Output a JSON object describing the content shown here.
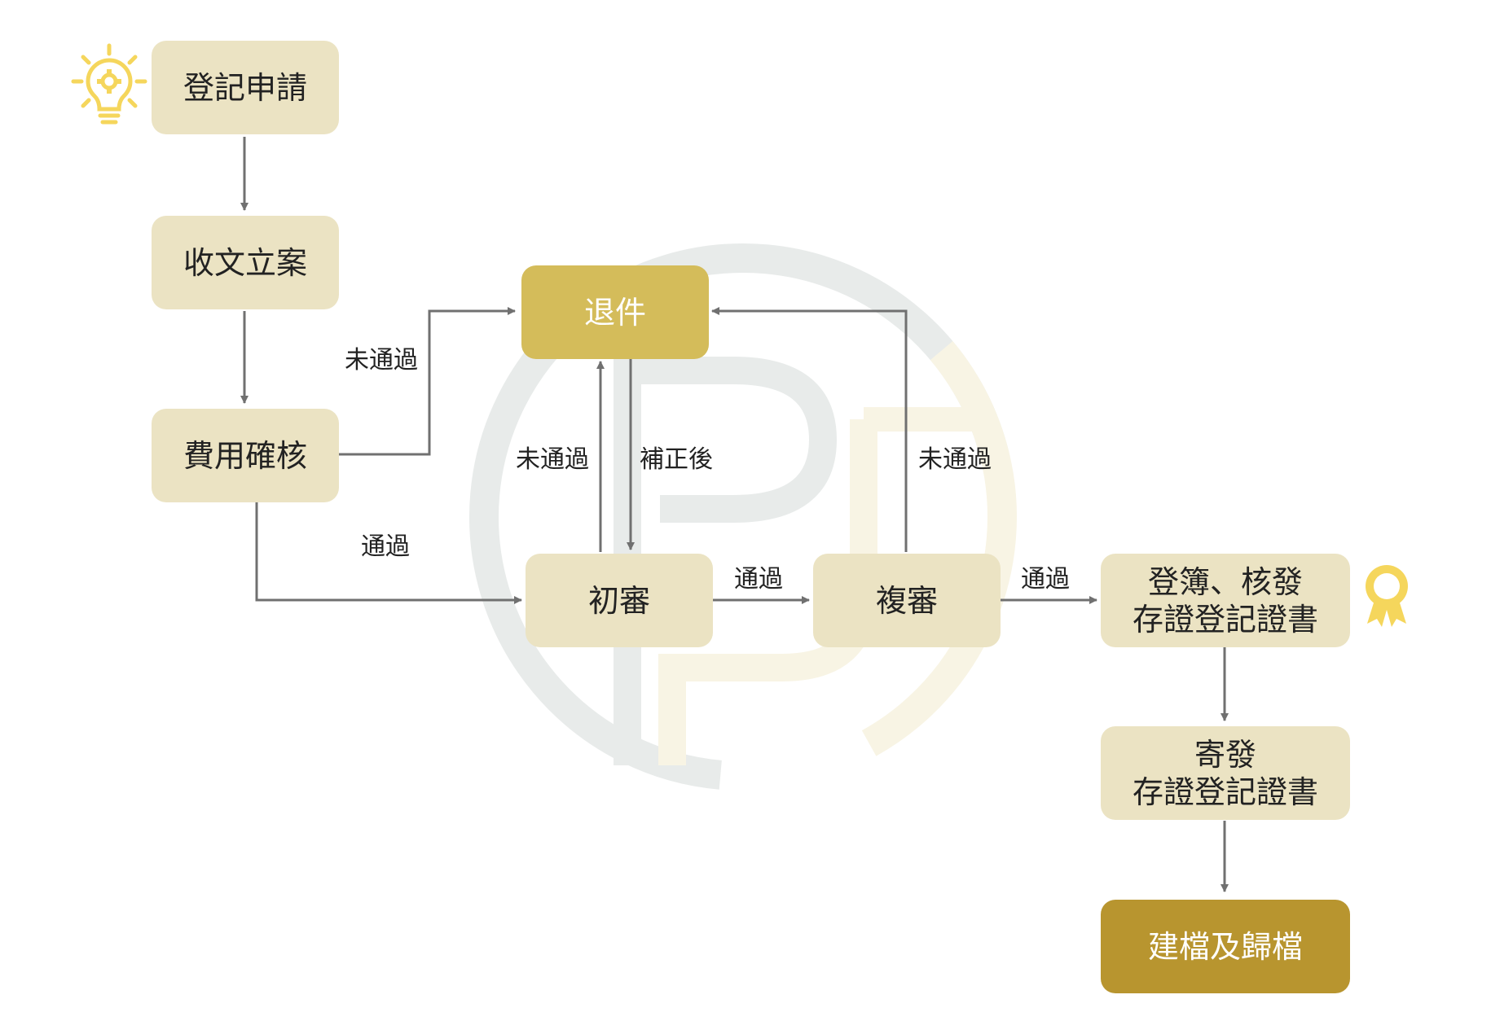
{
  "colors": {
    "light_fill": "#EBE3C3",
    "return_fill": "#D4BC5A",
    "final_fill": "#B8952F",
    "connector": "#707070",
    "icon": "#F5D65C",
    "watermark_gray": "#E8EBEA",
    "watermark_gold": "#F8F4E4"
  },
  "nodes": {
    "apply": {
      "text": "登記申請"
    },
    "receive": {
      "text": "收文立案"
    },
    "fee": {
      "text": "費用確核"
    },
    "return": {
      "text": "退件"
    },
    "initial": {
      "text": "初審"
    },
    "review": {
      "text": "複審"
    },
    "register": {
      "line1": "登簿、核發",
      "line2": "存證登記證書"
    },
    "mail": {
      "line1": "寄發",
      "line2": "存證登記證書"
    },
    "archive": {
      "text": "建檔及歸檔"
    }
  },
  "edge_labels": {
    "fee_fail": "未通過",
    "fee_pass": "通過",
    "initial_fail": "未通過",
    "after_fix": "補正後",
    "review_fail": "未通過",
    "initial_pass": "通過",
    "review_pass": "通過"
  },
  "icons": {
    "start": "lightbulb-gear-icon",
    "certificate": "award-ribbon-icon"
  }
}
